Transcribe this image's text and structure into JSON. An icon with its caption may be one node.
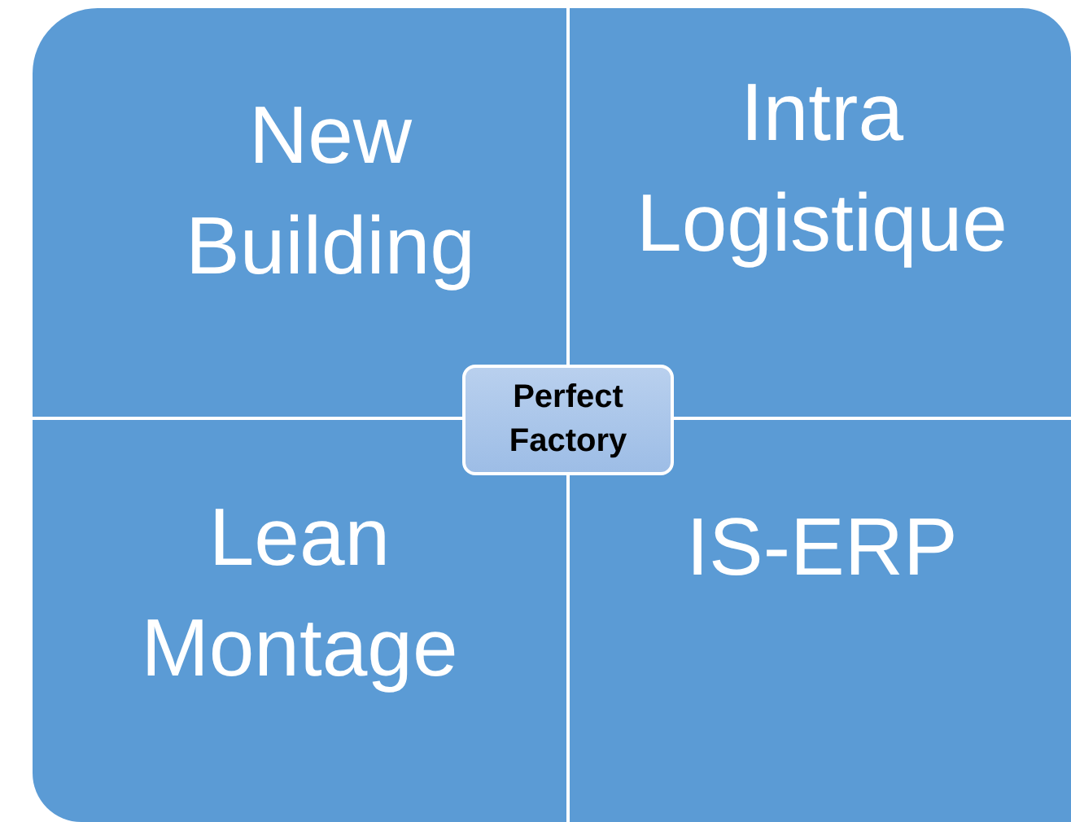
{
  "diagram": {
    "nodes": [
      {
        "text": [
          "New Building"
        ]
      },
      {
        "text": [
          "Intra Logistique"
        ]
      },
      {
        "text": [
          "Lean Montage"
        ]
      },
      {
        "text": [
          "IS-ERP"
        ]
      },
      {
        "text": [
          "Perfect Factory"
        ]
      }
    ]
  }
}
